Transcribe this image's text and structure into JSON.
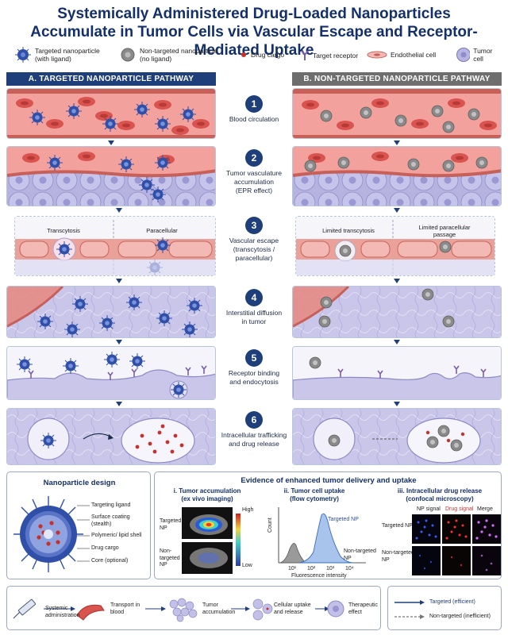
{
  "title": {
    "line1": "Systemically Administered Drug-Loaded Nanoparticles",
    "line2": "Accumulate in Tumor Cells via Vascular Escape and Receptor-Mediated Uptake"
  },
  "legend": [
    {
      "label": "Targeted nanoparticle\n(with ligand)",
      "icon": "targeted-nanoparticle-icon"
    },
    {
      "label": "Non-targeted nanoparticle\n(no ligand)",
      "icon": "non-targeted-nanoparticle-icon"
    },
    {
      "label": "Drug cargo",
      "icon": "drug-cargo-icon"
    },
    {
      "label": "Target receptor",
      "icon": "receptor-icon"
    },
    {
      "label": "Endothelial cell",
      "icon": "endothelial-cell-icon"
    },
    {
      "label": "Tumor cell",
      "icon": "tumor-cell-icon"
    }
  ],
  "pathways": {
    "targeted": "A. TARGETED NANOPARTICLE PATHWAY",
    "non_targeted": "B. NON-TARGETED NANOPARTICLE PATHWAY"
  },
  "steps": [
    {
      "num": "1",
      "label": "Blood circulation"
    },
    {
      "num": "2",
      "label": "Tumor vasculature\naccumulation\n(EPR effect)"
    },
    {
      "num": "3",
      "label": "Vascular escape\n(transcytosis /\nparacellular)"
    },
    {
      "num": "4",
      "label": "Interstitial diffusion\nin tumor"
    },
    {
      "num": "5",
      "label": "Receptor binding\nand endocytosis"
    },
    {
      "num": "6",
      "label": "Intracellular trafficking\nand drug release"
    }
  ],
  "escape_labels": {
    "targeted_left": "Transcytosis",
    "targeted_right": "Paracellular",
    "non_left": "Limited transcytosis",
    "non_right": "Limited paracellular\npassage"
  },
  "design": {
    "title": "Nanoparticle design",
    "parts": [
      "Targeting ligand",
      "Surface coating\n(stealth)",
      "Polymeric/ lipid shell",
      "Drug cargo",
      "Core (optional)"
    ]
  },
  "evidence": {
    "title": "Evidence of enhanced tumor delivery and uptake",
    "panel_i": {
      "title": "i.  Tumor accumulation\n(ex vivo imaging)",
      "row_targeted": "Targeted\nNP",
      "row_non": "Non-\ntargeted\nNP",
      "scale_high": "High",
      "scale_low": "Low"
    },
    "panel_ii": {
      "title": "ii.  Tumor cell uptake\n(flow cytometry)",
      "ylabel": "Count",
      "xlabel": "Fluorescence intensity",
      "ticks": [
        "10¹",
        "10²",
        "10³",
        "10⁴"
      ],
      "label_targeted": "Targeted NP",
      "label_non": "Non-targeted\nNP"
    },
    "panel_iii": {
      "title": "iii.  Intracellular drug release\n(confocal microscopy)",
      "cols": [
        "NP signal",
        "Drug signal",
        "Merge"
      ],
      "rows": [
        "Targeted NP",
        "Non-targeted\nNP"
      ]
    }
  },
  "flow": {
    "steps": [
      "Systemic\nadministration",
      "Transport in\nblood",
      "Tumor\naccumulation",
      "Cellular uptake\nand release",
      "Therapeutic\neffect"
    ],
    "legend_targeted": "Targeted (efficient)",
    "legend_non": "Non-targeted (inefficient)"
  },
  "colors": {
    "navy": "#1f3f7a",
    "gray_header": "#6e6e6e",
    "blood": "#d9534f",
    "tumor": "#b8b5e0",
    "targeted_np": "#2f4fa8",
    "non_targeted_np": "#8a8a8a"
  }
}
